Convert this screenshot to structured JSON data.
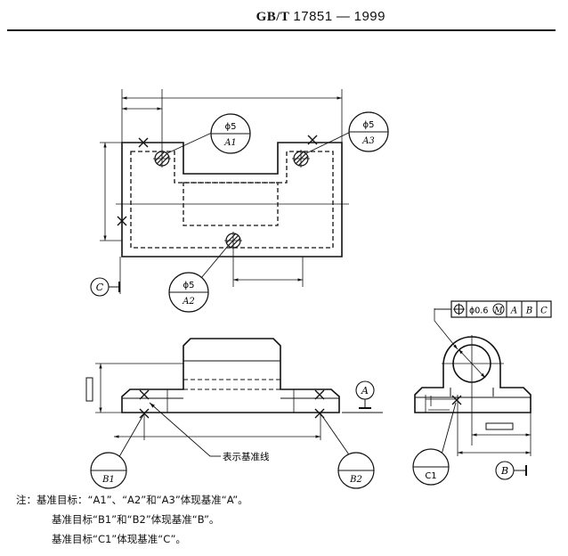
{
  "header": {
    "standard_prefix": "GB/T",
    "standard_number": "17851",
    "dash": "—",
    "year": "1999"
  },
  "targets": {
    "a1": {
      "size": "ϕ5",
      "name": "A1"
    },
    "a2": {
      "size": "ϕ5",
      "name": "A2"
    },
    "a3": {
      "size": "ϕ5",
      "name": "A3"
    },
    "b1": {
      "name": "B1"
    },
    "b2": {
      "name": "B2"
    },
    "c1": {
      "name": "C1"
    }
  },
  "datums": {
    "a": "A",
    "b": "B",
    "c": "C"
  },
  "feature_control_frame": {
    "symbol": "position-icon",
    "tolerance": "ϕ0.6",
    "modifier": "M",
    "datum1": "A",
    "datum2": "B",
    "datum3": "C"
  },
  "callout": "表示基准线",
  "notes": {
    "line1": "注：基准目标：“A1”、“A2”和“A3”体现基准“A”。",
    "line2": "基准目标“B1”和“B2”体现基准“B”。",
    "line3": "基准目标“C1”体现基准“C”。"
  }
}
